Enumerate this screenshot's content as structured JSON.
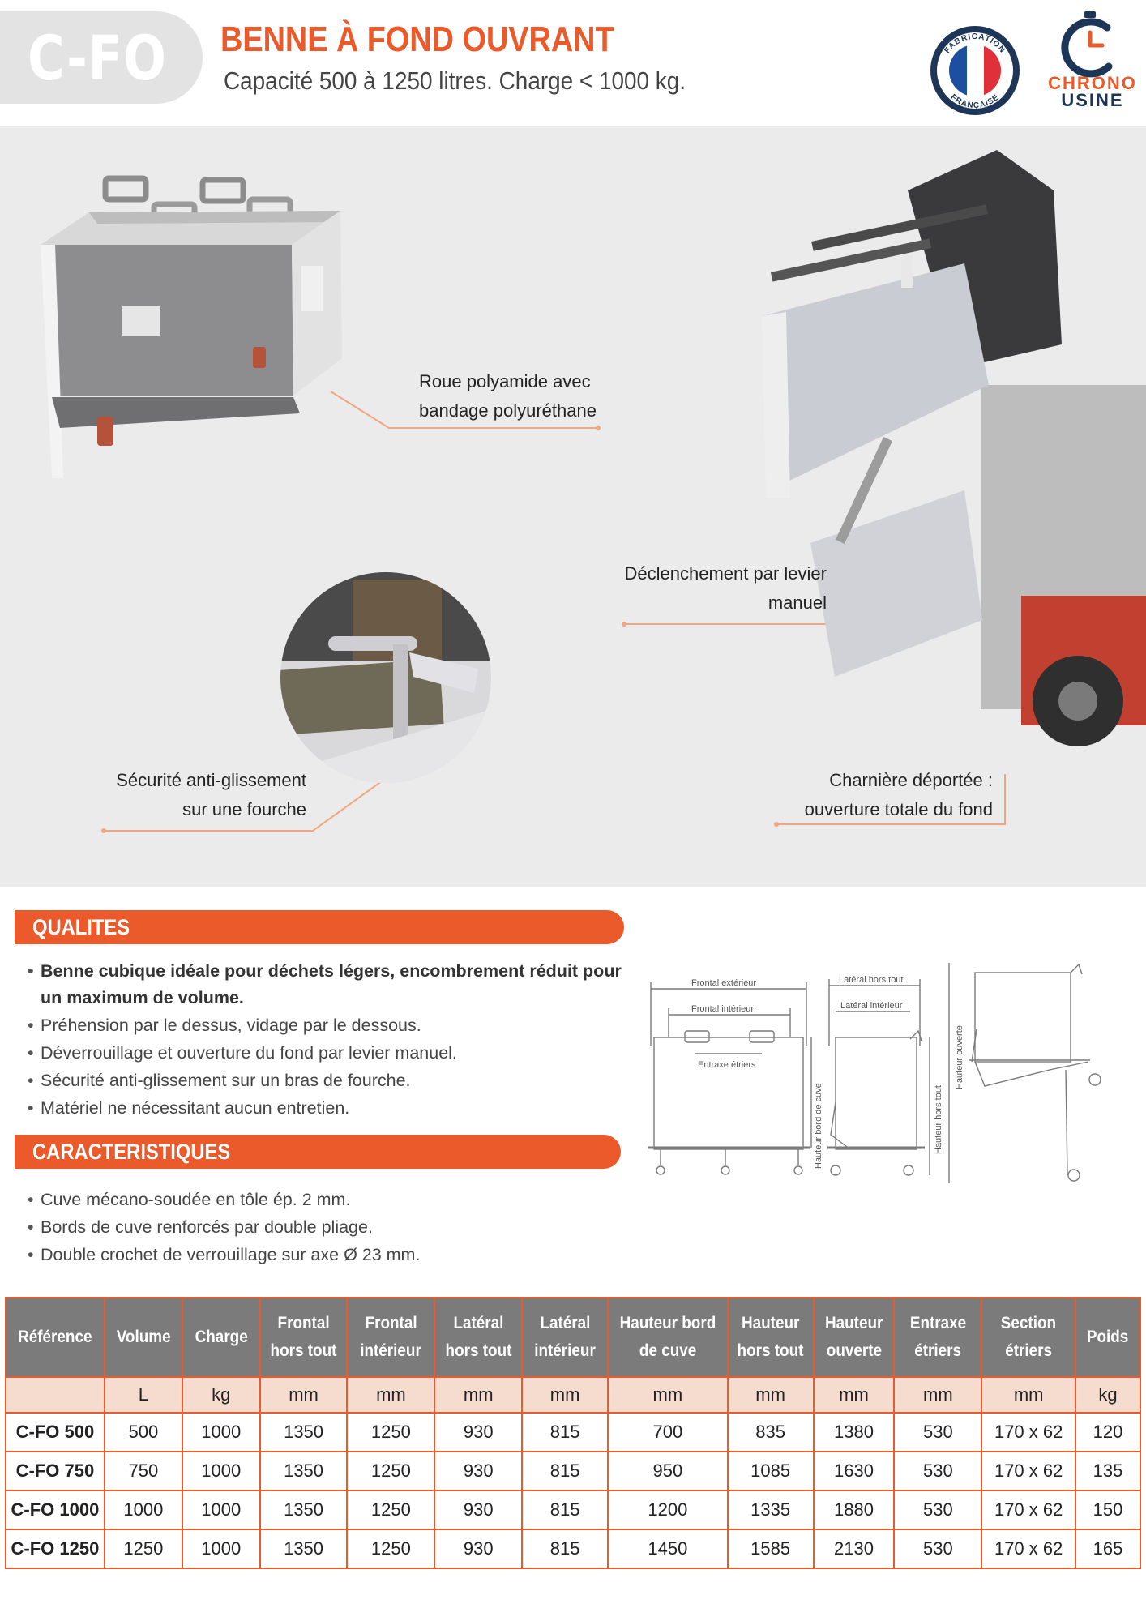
{
  "header": {
    "code": "C-FO",
    "title": "BENNE À FOND OUVRANT",
    "subtitle": "Capacité 500 à 1250 litres. Charge < 1000 kg.",
    "badge_top": "FABRICATION",
    "badge_bottom": "FRANÇAISE",
    "logo_line1": "CHRONO",
    "logo_line2": "USINE",
    "colors": {
      "accent": "#ea5a2a",
      "navy": "#1d3557",
      "header_gray": "#7b7b7b"
    }
  },
  "callouts": {
    "wheel": [
      "Roue polyamide avec",
      "bandage polyuréthane"
    ],
    "lever": [
      "Déclenchement par levier",
      "manuel"
    ],
    "safety": [
      "Sécurité anti-glissement",
      "sur une fourche"
    ],
    "hinge": [
      "Charnière déportée :",
      "ouverture totale du fond"
    ]
  },
  "qualites": {
    "title": "QUALITES",
    "items": [
      "Benne cubique idéale pour déchets légers, encombrement réduit pour",
      "un maximum de volume.",
      "Préhension par le dessus, vidage par le dessous.",
      "Déverrouillage et ouverture du fond par levier manuel.",
      "Sécurité anti-glissement sur un bras de fourche.",
      "Matériel ne nécessitant aucun entretien."
    ]
  },
  "caracteristiques": {
    "title": "CARACTERISTIQUES",
    "items": [
      "Cuve mécano-soudée en tôle ép. 2 mm.",
      "Bords de cuve renforcés par double pliage.",
      "Double crochet de verrouillage sur axe Ø 23 mm."
    ]
  },
  "diagram_labels": {
    "frontal_ext": "Frontal extérieur",
    "frontal_int": "Frontal intérieur",
    "entraxe": "Entraxe étriers",
    "hauteur_bord": "Hauteur bord de cuve",
    "lateral_ht": "Latéral hors tout",
    "lateral_int": "Latéral intérieur",
    "hauteur_ht": "Hauteur hors tout",
    "hauteur_ouverte": "Hauteur ouverte"
  },
  "table": {
    "headers": [
      [
        "Référence"
      ],
      [
        "Volume"
      ],
      [
        "Charge"
      ],
      [
        "Frontal",
        "hors tout"
      ],
      [
        "Frontal",
        "intérieur"
      ],
      [
        "Latéral",
        "hors tout"
      ],
      [
        "Latéral",
        "intérieur"
      ],
      [
        "Hauteur bord",
        "de cuve"
      ],
      [
        "Hauteur",
        "hors tout"
      ],
      [
        "Hauteur",
        "ouverte"
      ],
      [
        "Entraxe",
        "étriers"
      ],
      [
        "Section",
        "étriers"
      ],
      [
        "Poids"
      ]
    ],
    "units": [
      "",
      "L",
      "kg",
      "mm",
      "mm",
      "mm",
      "mm",
      "mm",
      "mm",
      "mm",
      "mm",
      "mm",
      "kg"
    ],
    "rows": [
      [
        "C-FO 500",
        "500",
        "1000",
        "1350",
        "1250",
        "930",
        "815",
        "700",
        "835",
        "1380",
        "530",
        "170 x 62",
        "120"
      ],
      [
        "C-FO 750",
        "750",
        "1000",
        "1350",
        "1250",
        "930",
        "815",
        "950",
        "1085",
        "1630",
        "530",
        "170 x 62",
        "135"
      ],
      [
        "C-FO 1000",
        "1000",
        "1000",
        "1350",
        "1250",
        "930",
        "815",
        "1200",
        "1335",
        "1880",
        "530",
        "170 x 62",
        "150"
      ],
      [
        "C-FO 1250",
        "1250",
        "1000",
        "1350",
        "1250",
        "930",
        "815",
        "1450",
        "1585",
        "2130",
        "530",
        "170 x 62",
        "165"
      ]
    ]
  }
}
